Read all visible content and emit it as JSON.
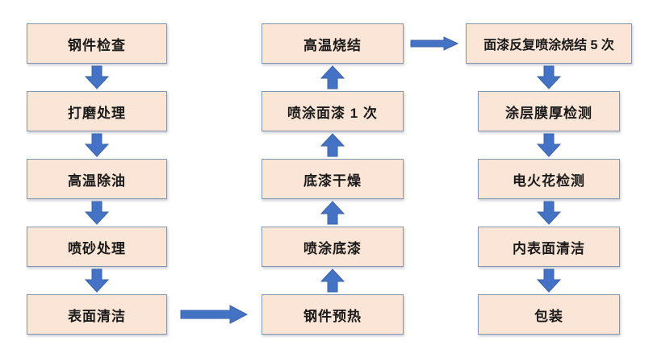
{
  "diagram": {
    "type": "flowchart",
    "background": "#FFFFFF",
    "colors": {
      "box_fill": "#FBE5D6",
      "box_border": "#8496B0",
      "arrow_fill": "#4472C4",
      "text": "#1A1A1A"
    },
    "columns": {
      "column1": {
        "direction": "down",
        "steps": [
          "钢件检查",
          "打磨处理",
          "高温除油",
          "喷砂处理",
          "表面清洁"
        ]
      },
      "column2": {
        "direction": "up",
        "steps": [
          "高温烧结",
          "喷涂面漆 1 次",
          "底漆干燥",
          "喷涂底漆",
          "钢件预热"
        ]
      },
      "column3": {
        "direction": "down",
        "steps": [
          "面漆反复喷涂烧结 5 次",
          "涂层膜厚检测",
          "电火花检测",
          "内表面清洁",
          "包装"
        ]
      }
    },
    "connectors": [
      {
        "type": "arrow-right",
        "from": "表面清洁",
        "to": "钢件预热"
      },
      {
        "type": "arrow-right",
        "from": "高温烧结",
        "to": "面漆反复喷涂烧结 5 次"
      }
    ],
    "process_sequence": [
      "钢件检查",
      "打磨处理",
      "高温除油",
      "喷砂处理",
      "表面清洁",
      "钢件预热",
      "喷涂底漆",
      "底漆干燥",
      "喷涂面漆 1 次",
      "高温烧结",
      "面漆反复喷涂烧结 5 次",
      "涂层膜厚检测",
      "电火花检测",
      "内表面清洁",
      "包装"
    ]
  }
}
